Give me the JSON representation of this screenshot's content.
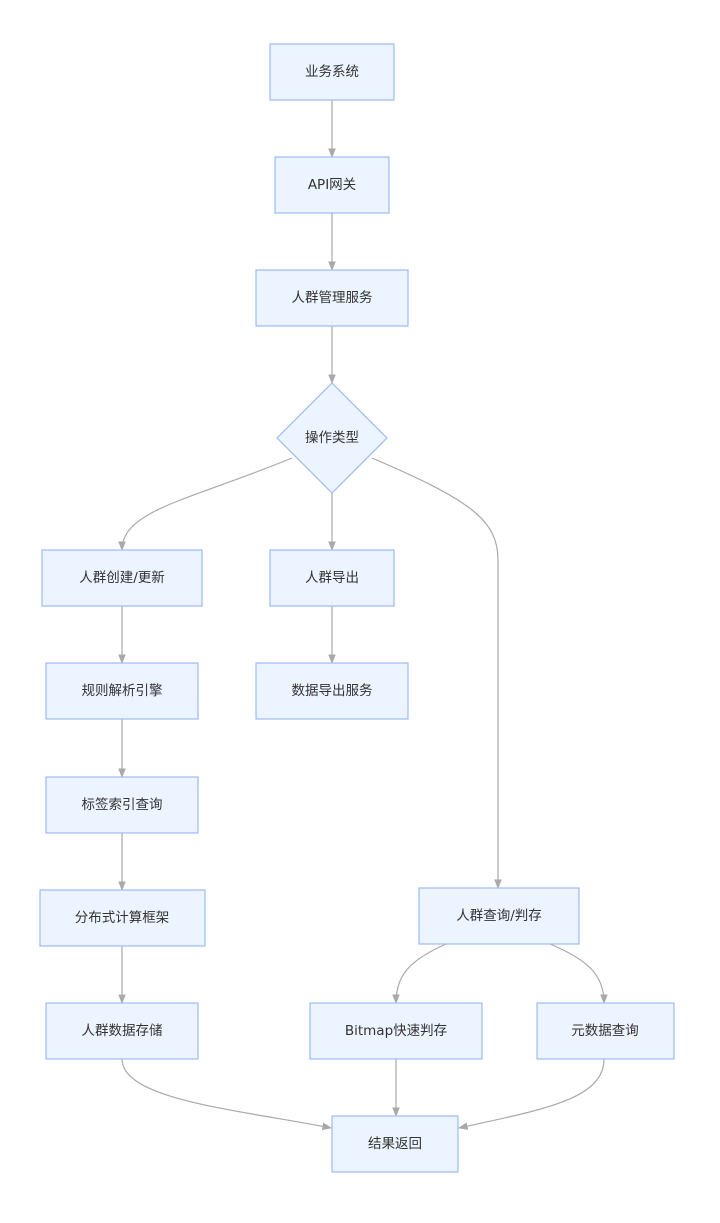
{
  "nodes": {
    "business_system": "业务系统",
    "api_gateway": "API网关",
    "crowd_mgmt_service": "人群管理服务",
    "operation_type": "操作类型",
    "crowd_create_update": "人群创建/更新",
    "crowd_export": "人群导出",
    "rule_parse_engine": "规则解析引擎",
    "data_export_service": "数据导出服务",
    "tag_index_query": "标签索引查询",
    "distributed_compute": "分布式计算框架",
    "crowd_query_judge": "人群查询/判存",
    "crowd_data_storage": "人群数据存储",
    "bitmap_fast_judge": "Bitmap快速判存",
    "metadata_query": "元数据查询",
    "result_return": "结果返回"
  },
  "colors": {
    "node_fill": "#ECF4FF",
    "node_border": "#9DBAF5",
    "edge": "#A9A9A9",
    "text": "#333333"
  }
}
